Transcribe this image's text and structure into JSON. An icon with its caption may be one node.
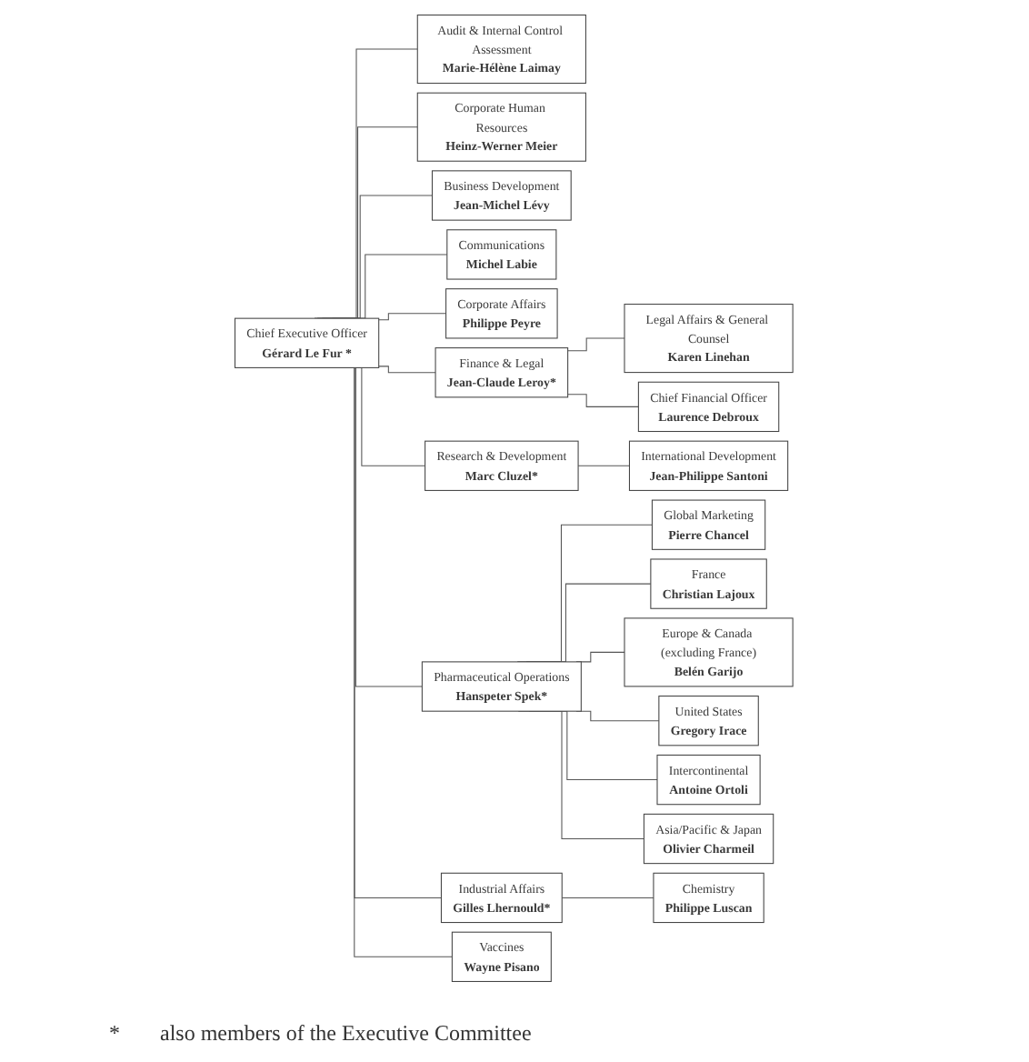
{
  "diagram": {
    "nodes": [
      {
        "text": [
          "Audit & Internal Control Assessment",
          "Marie-Hélène Laimay"
        ]
      },
      {
        "text": [
          "Chief Executive Officer",
          "Gérard Le Fur *"
        ]
      },
      {
        "text": [
          "Corporate Human Resources",
          "Heinz-Werner Meier"
        ]
      },
      {
        "text": [
          "Business Development",
          "Jean-Michel Lévy"
        ]
      },
      {
        "text": [
          "Communications",
          "Michel Labie"
        ]
      },
      {
        "text": [
          "Corporate Affairs",
          "Philippe Peyre"
        ]
      },
      {
        "text": [
          "Finance & Legal",
          "Jean-Claude Leroy*"
        ]
      },
      {
        "text": [
          "Legal Affairs & General Counsel",
          "Karen Linehan"
        ]
      },
      {
        "text": [
          "Chief Financial Officer",
          "Laurence Debroux"
        ]
      },
      {
        "text": [
          "Research & Development",
          "Marc Cluzel*"
        ]
      },
      {
        "text": [
          "Pharmaceutical Operations",
          "Hanspeter Spek*"
        ]
      },
      {
        "text": [
          "Industrial Affairs",
          "Gilles Lhernould*"
        ]
      },
      {
        "text": [
          "Vaccines",
          "Wayne Pisano"
        ]
      },
      {
        "text": [
          "International Development",
          "Jean-Philippe Santoni"
        ]
      },
      {
        "text": [
          "Chemistry",
          "Philippe Luscan"
        ]
      },
      {
        "text": [
          "Global Marketing",
          "Pierre Chancel"
        ]
      },
      {
        "text": [
          "France",
          "Christian Lajoux"
        ]
      },
      {
        "text": [
          "Europe & Canada (excluding France)",
          "Belén Garijo"
        ]
      },
      {
        "text": [
          "United States",
          "Gregory Irace"
        ]
      },
      {
        "text": [
          "Intercontinental",
          "Antoine Ortoli"
        ]
      },
      {
        "text": [
          "Asia/Pacific & Japan",
          "Olivier Charmeil"
        ]
      }
    ],
    "edges": [
      {
        "from": 1,
        "to": 0,
        "arrow": "none"
      },
      {
        "from": 1,
        "to": 3,
        "arrow": "none"
      },
      {
        "from": 1,
        "to": 5,
        "arrow": "none"
      },
      {
        "from": 1,
        "to": 2,
        "arrow": "none"
      },
      {
        "from": 1,
        "to": 4,
        "arrow": "none"
      },
      {
        "from": 1,
        "to": 6,
        "arrow": "none"
      },
      {
        "from": 6,
        "to": 7,
        "arrow": "none"
      },
      {
        "from": 6,
        "to": 8,
        "arrow": "none"
      },
      {
        "from": 1,
        "to": 9,
        "arrow": "none"
      },
      {
        "from": 1,
        "to": 10,
        "arrow": "none"
      },
      {
        "from": 1,
        "to": 11,
        "arrow": "none"
      },
      {
        "from": 1,
        "to": 12,
        "arrow": "none"
      },
      {
        "from": 9,
        "to": 13,
        "arrow": "none"
      },
      {
        "from": 11,
        "to": 14,
        "arrow": "none"
      },
      {
        "from": 10,
        "to": 15,
        "arrow": "none"
      },
      {
        "from": 10,
        "to": 16,
        "arrow": "none"
      },
      {
        "from": 10,
        "to": 17,
        "arrow": "none"
      },
      {
        "from": 10,
        "to": 18,
        "arrow": "none"
      },
      {
        "from": 10,
        "to": 19,
        "arrow": "none"
      },
      {
        "from": 10,
        "to": 20,
        "arrow": "none"
      }
    ],
    "labels": [
      "*",
      "also members of the Executive Committee"
    ]
  }
}
